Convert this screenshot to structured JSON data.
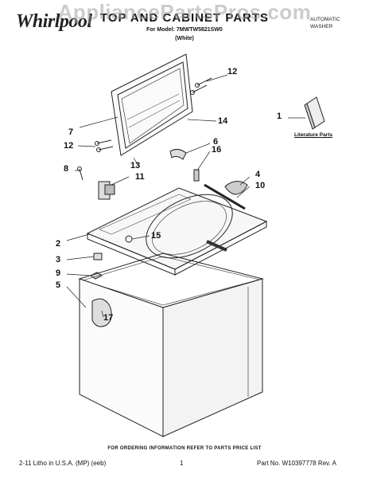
{
  "header": {
    "watermark": "AppliancePartsPros.com",
    "brand": "Whirlpool",
    "title": "TOP AND CABINET PARTS",
    "model_line": "For Model: 7MWTW5821SW0",
    "color_line": "(White)",
    "product_type": "AUTOMATIC WASHER"
  },
  "callouts": {
    "c1": "1",
    "c2": "2",
    "c3": "3",
    "c4": "4",
    "c5": "5",
    "c6": "6",
    "c7": "7",
    "c8": "8",
    "c9": "9",
    "c10": "10",
    "c11": "11",
    "c12a": "12",
    "c12b": "12",
    "c13": "13",
    "c14": "14",
    "c15": "15",
    "c16": "16",
    "c17": "17"
  },
  "literature_label": "Literature Parts",
  "footer": {
    "ordering_note": "FOR ORDERING INFORMATION REFER TO PARTS PRICE LIST",
    "litho": "2-11 Litho in U.S.A. (MP) (eeb)",
    "page": "1",
    "part_no": "Part No. W10397778 Rev. A"
  }
}
